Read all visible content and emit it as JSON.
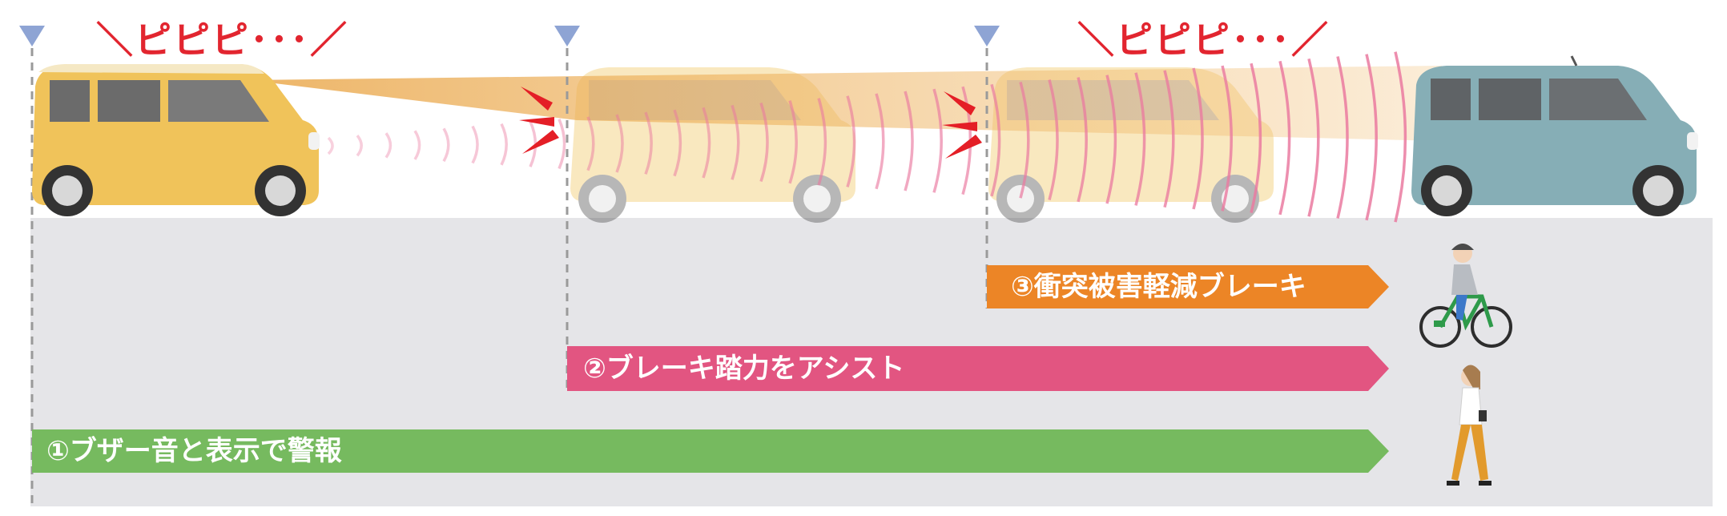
{
  "beep_text": "＼ピピピ･･･／",
  "bars": [
    {
      "label": "③衝突被害軽減ブレーキ",
      "color": "#ec8526"
    },
    {
      "label": "②ブレーキ踏力をアシスト",
      "color": "#e25581"
    },
    {
      "label": "①ブザー音と表示で警報",
      "color": "#76ba5f"
    }
  ],
  "colors": {
    "panel": "#e5e5e8",
    "marker": "#8ea4d4",
    "car_yellow": "#f0c35a",
    "car_blue": "#86aeb6",
    "beam": "#e9a444",
    "wave": "#ea7aa0",
    "warn_red": "#e41e26"
  }
}
